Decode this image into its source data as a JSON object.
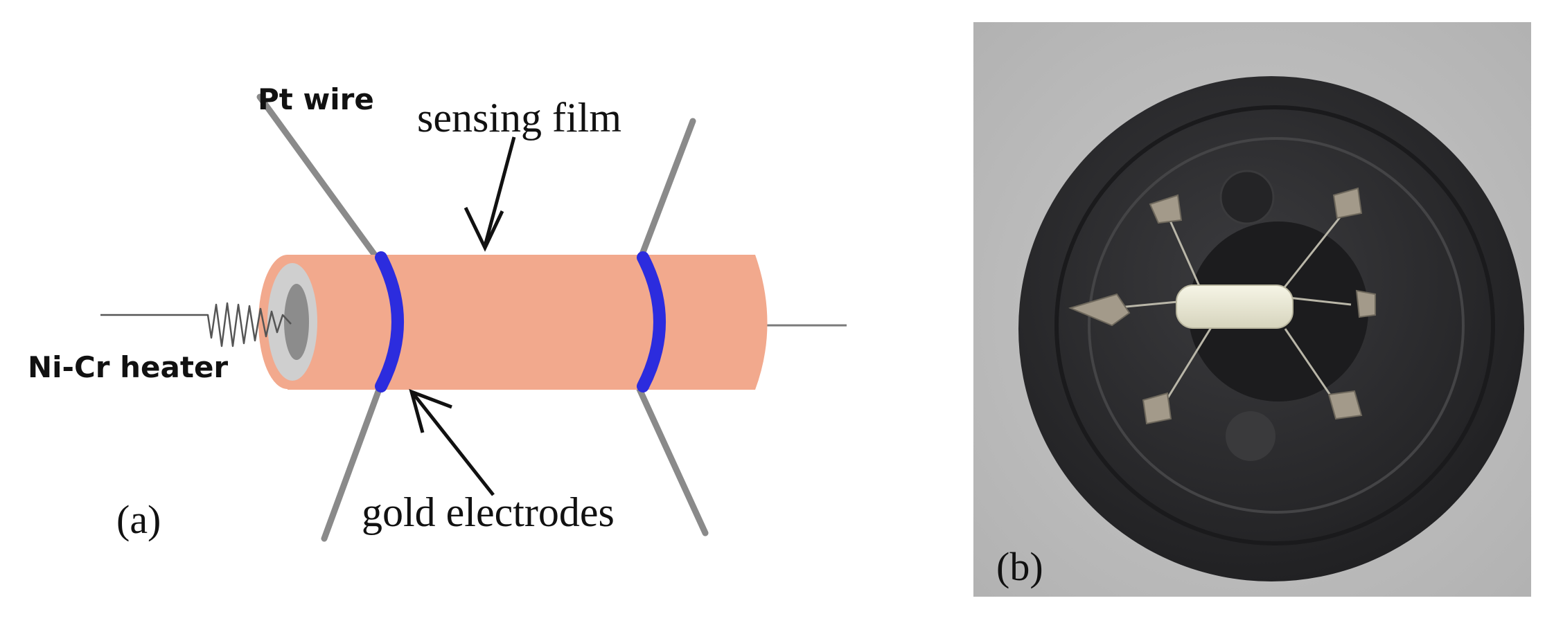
{
  "panel_a": {
    "label": "(a)",
    "annotations": {
      "pt_wire": "Pt wire",
      "sensing_film": "sensing film",
      "nicr_heater": "Ni-Cr heater",
      "gold_electrodes": "gold electrodes"
    },
    "colors": {
      "tube": "#f2a98d",
      "electrode": "#2c2cde",
      "wire": "#8a8a8a",
      "heater_ring": "#cfcfcf",
      "heater_core": "#8c8c8c"
    }
  },
  "panel_b": {
    "label": "(b)",
    "colors": {
      "background": "#bfbfbf",
      "socket": "#2d2d2f",
      "ceramic_tube": "#ecebd7",
      "pin": "#a39a8a"
    }
  }
}
